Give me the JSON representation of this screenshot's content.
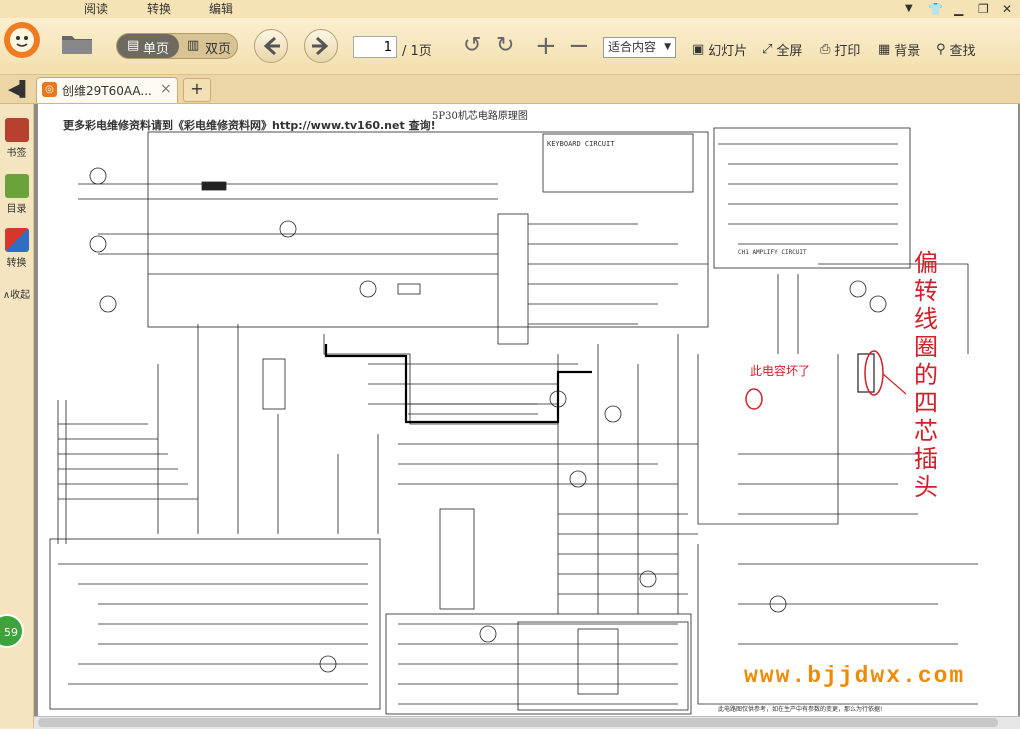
{
  "menu": {
    "items": [
      "阅读",
      "转换",
      "编辑"
    ]
  },
  "toolbar": {
    "single_page": "单页",
    "double_page": "双页",
    "page_current": "1",
    "page_total": "/ 1页",
    "zoom": "适合内容",
    "slideshow": "幻灯片",
    "fullscreen": "全屏",
    "print": "打印",
    "background": "背景",
    "find": "查找"
  },
  "tabs": {
    "active_title": "创维29T60AA...",
    "close": "×",
    "add": "+"
  },
  "sidebar": {
    "bookmark": "书签",
    "toc": "目录",
    "convert": "转换",
    "collapse": "收起"
  },
  "badge": {
    "value": "59"
  },
  "document": {
    "title": "5P30机芯电路原理图",
    "header_note": "更多彩电维修资料请到《彩电维修资料网》http://www.tv160.net 查询!",
    "keyboard_label": "KEYBOARD CIRCUIT",
    "amp_label": "CH1 AMPLIFY CIRCUIT",
    "annotation_vertical": "偏转线圈的四芯插头",
    "annotation_small": "此电容坏了",
    "watermark": "www.bjjdwx.com",
    "footnote": "此电路图仅供参考，如在生产中有参数的变更，那么为行依据!"
  },
  "colors": {
    "annotation": "#d0202a",
    "watermark": "#f08a00",
    "accent": "#c8602a"
  }
}
